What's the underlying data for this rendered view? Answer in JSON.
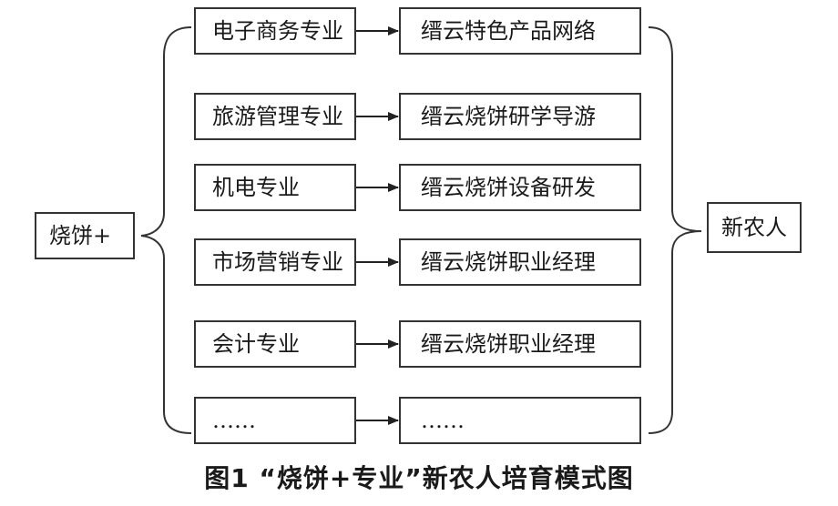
{
  "source": "烧饼+",
  "target": "新农人",
  "rows": [
    {
      "major": "电子商务专业",
      "result": "缙云特色产品网络"
    },
    {
      "major": "旅游管理专业",
      "result": "缙云烧饼研学导游"
    },
    {
      "major": "机电专业",
      "result": "缙云烧饼设备研发"
    },
    {
      "major": "市场营销专业",
      "result": "缙云烧饼职业经理"
    },
    {
      "major": "会计专业",
      "result": "缙云烧饼职业经理"
    },
    {
      "major": "……",
      "result": "……"
    }
  ],
  "caption": "图1 “烧饼+专业”新农人培育模式图"
}
